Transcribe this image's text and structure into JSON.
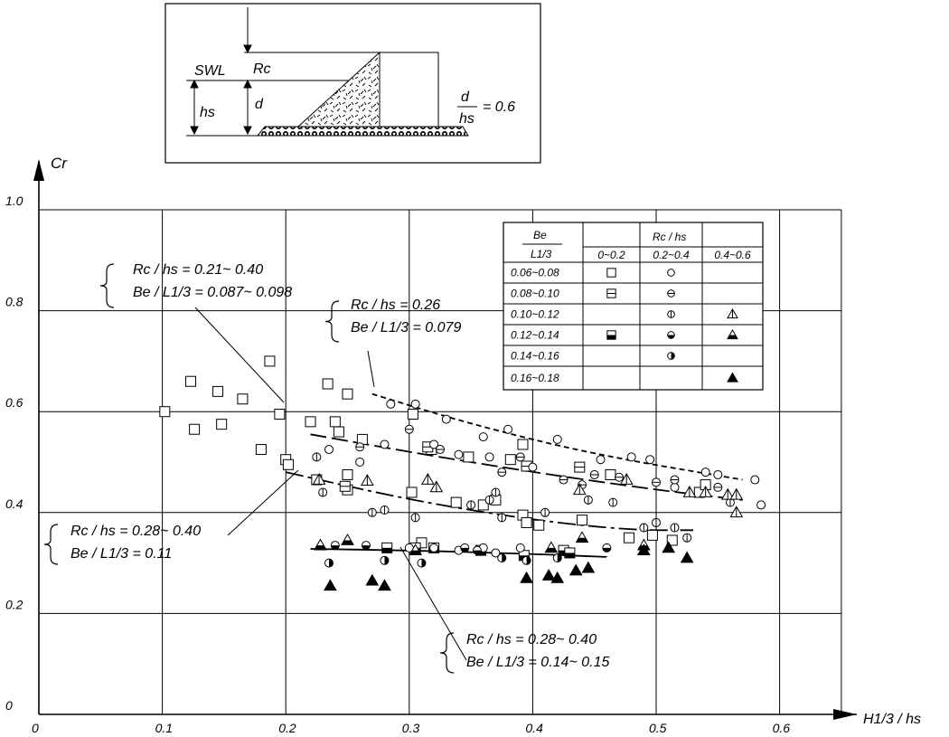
{
  "inset": {
    "swl": "SWL",
    "rc": "Rc",
    "hs": "hs",
    "d": "d",
    "ratio_num": "d",
    "ratio_den": "hs",
    "ratio_value": "= 0.6"
  },
  "chart_data": {
    "type": "scatter",
    "xlabel": "H1/3 / hs",
    "ylabel": "Cr",
    "xlim": [
      0,
      0.65
    ],
    "ylim": [
      0,
      1.0
    ],
    "xticks": [
      "0",
      "0.1",
      "0.2",
      "0.3",
      "0.4",
      "0.5",
      "0.6"
    ],
    "yticks": [
      "0",
      "0.2",
      "0.4",
      "0.6",
      "0.8",
      "1.0"
    ],
    "grid": true,
    "legend": {
      "placement": "top-right",
      "header_be": "Be",
      "header_l": "L1/3",
      "header_rc": "Rc / hs",
      "columns": [
        "0~0.2",
        "0.2~0.4",
        "0.4~0.6"
      ],
      "rows": [
        {
          "label": "0.06~0.08",
          "marks": [
            "square",
            "circle",
            ""
          ]
        },
        {
          "label": "0.08~0.10",
          "marks": [
            "square-hbar",
            "circle-hbar",
            ""
          ]
        },
        {
          "label": "0.10~0.12",
          "marks": [
            "",
            "circle-vbar",
            "triangle-vbar"
          ]
        },
        {
          "label": "0.12~0.14",
          "marks": [
            "square-halfbottom",
            "circle-halfbottom",
            "triangle-halfbottom"
          ]
        },
        {
          "label": "0.14~0.16",
          "marks": [
            "",
            "circle-halfright",
            ""
          ]
        },
        {
          "label": "0.16~0.18",
          "marks": [
            "",
            "",
            "triangle-filled"
          ]
        }
      ]
    },
    "curves": [
      {
        "style": "dashed-short",
        "x": [
          0.27,
          0.35,
          0.45,
          0.57
        ],
        "y": [
          0.635,
          0.575,
          0.515,
          0.465
        ]
      },
      {
        "style": "dashed-long",
        "x": [
          0.22,
          0.3,
          0.4,
          0.5,
          0.57
        ],
        "y": [
          0.555,
          0.52,
          0.48,
          0.445,
          0.425
        ]
      },
      {
        "style": "dashdot",
        "x": [
          0.2,
          0.3,
          0.4,
          0.48,
          0.53
        ],
        "y": [
          0.48,
          0.425,
          0.385,
          0.365,
          0.365
        ]
      },
      {
        "style": "solid",
        "x": [
          0.22,
          0.3,
          0.4,
          0.46
        ],
        "y": [
          0.328,
          0.325,
          0.318,
          0.312
        ]
      }
    ],
    "annotations": [
      {
        "lines": [
          [
            "Rc",
            "/",
            "hs",
            "= 0.21~ 0.40"
          ],
          [
            "Be",
            "/",
            "L1/3",
            "= 0.087~ 0.098"
          ]
        ]
      },
      {
        "lines": [
          [
            "Rc",
            "/",
            "hs",
            "= 0.26"
          ],
          [
            "Be",
            "/",
            "L1/3",
            "= 0.079"
          ]
        ]
      },
      {
        "lines": [
          [
            "Rc",
            "/",
            "hs",
            "= 0.28~ 0.40"
          ],
          [
            "Be",
            "/",
            "L1/3",
            "= 0.11"
          ]
        ]
      },
      {
        "lines": [
          [
            "Rc",
            "/",
            "hs",
            "= 0.28~ 0.40"
          ],
          [
            "Be",
            "/",
            "L1/3",
            "= 0.14~ 0.15"
          ]
        ]
      }
    ],
    "series": [
      {
        "marker": "square",
        "points": [
          [
            0.102,
            0.6
          ],
          [
            0.123,
            0.66
          ],
          [
            0.126,
            0.565
          ],
          [
            0.145,
            0.64
          ],
          [
            0.148,
            0.575
          ],
          [
            0.165,
            0.625
          ],
          [
            0.18,
            0.525
          ],
          [
            0.187,
            0.7
          ],
          [
            0.195,
            0.595
          ],
          [
            0.2,
            0.505
          ],
          [
            0.202,
            0.495
          ],
          [
            0.22,
            0.58
          ],
          [
            0.225,
            0.465
          ],
          [
            0.234,
            0.655
          ],
          [
            0.24,
            0.58
          ],
          [
            0.243,
            0.56
          ],
          [
            0.25,
            0.635
          ],
          [
            0.25,
            0.445
          ],
          [
            0.25,
            0.475
          ],
          [
            0.262,
            0.545
          ],
          [
            0.302,
            0.44
          ],
          [
            0.303,
            0.595
          ],
          [
            0.31,
            0.34
          ],
          [
            0.318,
            0.525
          ],
          [
            0.338,
            0.42
          ],
          [
            0.348,
            0.51
          ],
          [
            0.36,
            0.415
          ],
          [
            0.37,
            0.425
          ],
          [
            0.382,
            0.505
          ],
          [
            0.392,
            0.535
          ],
          [
            0.392,
            0.395
          ],
          [
            0.395,
            0.38
          ],
          [
            0.405,
            0.375
          ],
          [
            0.44,
            0.385
          ],
          [
            0.463,
            0.475
          ],
          [
            0.478,
            0.35
          ],
          [
            0.497,
            0.355
          ],
          [
            0.513,
            0.345
          ],
          [
            0.535,
            0.44
          ],
          [
            0.54,
            0.455
          ]
        ]
      },
      {
        "marker": "square-hbar",
        "points": [
          [
            0.248,
            0.452
          ],
          [
            0.315,
            0.53
          ],
          [
            0.395,
            0.492
          ],
          [
            0.438,
            0.49
          ]
        ]
      },
      {
        "marker": "square-halfbottom",
        "points": [
          [
            0.282,
            0.33
          ],
          [
            0.305,
            0.33
          ],
          [
            0.32,
            0.33
          ],
          [
            0.358,
            0.325
          ],
          [
            0.393,
            0.315
          ],
          [
            0.425,
            0.325
          ],
          [
            0.43,
            0.32
          ]
        ]
      },
      {
        "marker": "circle",
        "points": [
          [
            0.235,
            0.525
          ],
          [
            0.26,
            0.5
          ],
          [
            0.28,
            0.535
          ],
          [
            0.285,
            0.615
          ],
          [
            0.305,
            0.615
          ],
          [
            0.32,
            0.535
          ],
          [
            0.33,
            0.585
          ],
          [
            0.34,
            0.515
          ],
          [
            0.36,
            0.55
          ],
          [
            0.365,
            0.51
          ],
          [
            0.38,
            0.565
          ],
          [
            0.4,
            0.49
          ],
          [
            0.42,
            0.545
          ],
          [
            0.455,
            0.505
          ],
          [
            0.48,
            0.51
          ],
          [
            0.495,
            0.505
          ],
          [
            0.515,
            0.45
          ],
          [
            0.54,
            0.48
          ],
          [
            0.55,
            0.475
          ],
          [
            0.58,
            0.465
          ],
          [
            0.585,
            0.415
          ],
          [
            0.3,
            0.33
          ],
          [
            0.32,
            0.33
          ],
          [
            0.34,
            0.325
          ],
          [
            0.36,
            0.33
          ],
          [
            0.37,
            0.32
          ],
          [
            0.39,
            0.33
          ]
        ]
      },
      {
        "marker": "circle-hbar",
        "points": [
          [
            0.26,
            0.53
          ],
          [
            0.3,
            0.565
          ],
          [
            0.325,
            0.525
          ],
          [
            0.375,
            0.48
          ],
          [
            0.39,
            0.51
          ],
          [
            0.425,
            0.465
          ],
          [
            0.44,
            0.455
          ],
          [
            0.45,
            0.475
          ],
          [
            0.47,
            0.47
          ],
          [
            0.5,
            0.46
          ],
          [
            0.515,
            0.465
          ],
          [
            0.55,
            0.45
          ]
        ]
      },
      {
        "marker": "circle-vbar",
        "points": [
          [
            0.225,
            0.51
          ],
          [
            0.23,
            0.44
          ],
          [
            0.27,
            0.4
          ],
          [
            0.28,
            0.405
          ],
          [
            0.305,
            0.39
          ],
          [
            0.35,
            0.415
          ],
          [
            0.365,
            0.425
          ],
          [
            0.37,
            0.44
          ],
          [
            0.375,
            0.39
          ],
          [
            0.41,
            0.4
          ],
          [
            0.445,
            0.425
          ],
          [
            0.465,
            0.42
          ],
          [
            0.49,
            0.37
          ],
          [
            0.5,
            0.38
          ],
          [
            0.515,
            0.37
          ],
          [
            0.525,
            0.35
          ],
          [
            0.56,
            0.42
          ]
        ]
      },
      {
        "marker": "circle-halfbottom",
        "points": [
          [
            0.24,
            0.335
          ],
          [
            0.265,
            0.335
          ],
          [
            0.345,
            0.33
          ],
          [
            0.355,
            0.325
          ],
          [
            0.46,
            0.33
          ]
        ]
      },
      {
        "marker": "circle-halfright",
        "points": [
          [
            0.235,
            0.3
          ],
          [
            0.28,
            0.305
          ],
          [
            0.31,
            0.3
          ],
          [
            0.375,
            0.31
          ],
          [
            0.395,
            0.305
          ],
          [
            0.42,
            0.31
          ]
        ]
      },
      {
        "marker": "triangle-vbar",
        "points": [
          [
            0.227,
            0.465
          ],
          [
            0.266,
            0.463
          ],
          [
            0.315,
            0.465
          ],
          [
            0.322,
            0.45
          ],
          [
            0.438,
            0.445
          ],
          [
            0.476,
            0.465
          ],
          [
            0.527,
            0.44
          ],
          [
            0.54,
            0.44
          ],
          [
            0.558,
            0.435
          ],
          [
            0.565,
            0.435
          ],
          [
            0.565,
            0.4
          ]
        ]
      },
      {
        "marker": "triangle-halfbottom",
        "points": [
          [
            0.228,
            0.335
          ],
          [
            0.25,
            0.345
          ],
          [
            0.305,
            0.325
          ],
          [
            0.415,
            0.33
          ],
          [
            0.44,
            0.35
          ],
          [
            0.49,
            0.335
          ]
        ]
      },
      {
        "marker": "triangle-filled",
        "points": [
          [
            0.236,
            0.255
          ],
          [
            0.27,
            0.265
          ],
          [
            0.28,
            0.255
          ],
          [
            0.395,
            0.27
          ],
          [
            0.413,
            0.275
          ],
          [
            0.42,
            0.27
          ],
          [
            0.435,
            0.285
          ],
          [
            0.445,
            0.29
          ],
          [
            0.49,
            0.325
          ],
          [
            0.51,
            0.33
          ],
          [
            0.525,
            0.31
          ]
        ]
      }
    ]
  }
}
